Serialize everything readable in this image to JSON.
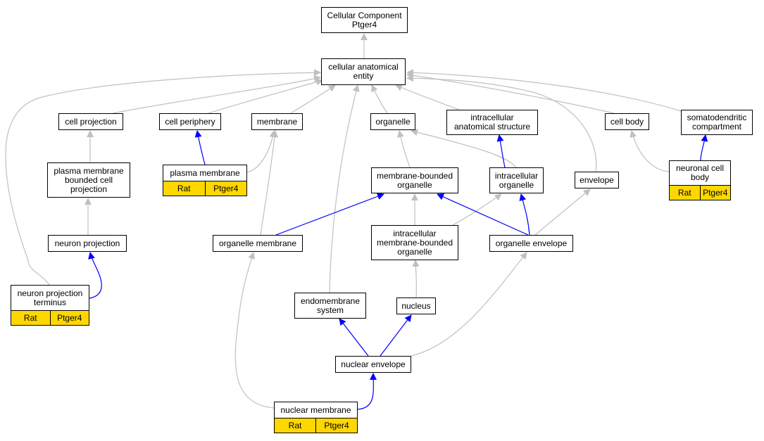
{
  "colors": {
    "is_a_edge": "#c0c0c0",
    "part_of_edge": "#0000ff",
    "annotation_fill": "#FFD700",
    "node_border": "#000000"
  },
  "nodes": {
    "root": "Cellular Component\nPtger4",
    "cae": "cellular anatomical\nentity",
    "cell_projection": "cell projection",
    "cell_periphery": "cell periphery",
    "membrane": "membrane",
    "organelle": "organelle",
    "ias": "intracellular\nanatomical structure",
    "cell_body": "cell body",
    "somatodendritic": "somatodendritic\ncompartment",
    "pmbcp": "plasma membrane\nbounded cell\nprojection",
    "plasma_membrane": "plasma membrane",
    "mbo": "membrane-bounded\norganelle",
    "intracellular_organelle": "intracellular\norganelle",
    "envelope": "envelope",
    "neuronal_cell_body": "neuronal cell\nbody",
    "neuron_projection": "neuron projection",
    "organelle_membrane": "organelle membrane",
    "imbo": "intracellular\nmembrane-bounded\norganelle",
    "organelle_envelope": "organelle envelope",
    "npt": "neuron projection\nterminus",
    "endomembrane": "endomembrane\nsystem",
    "nucleus": "nucleus",
    "nuclear_envelope": "nuclear envelope",
    "nuclear_membrane": "nuclear membrane"
  },
  "annotations": {
    "plasma_membrane": [
      "Rat",
      "Ptger4"
    ],
    "neuronal_cell_body": [
      "Rat",
      "Ptger4"
    ],
    "npt": [
      "Rat",
      "Ptger4"
    ],
    "nuclear_membrane": [
      "Rat",
      "Ptger4"
    ]
  },
  "edges": [
    {
      "from": "cae",
      "to": "root",
      "type": "is_a"
    },
    {
      "from": "cell_projection",
      "to": "cae",
      "type": "is_a"
    },
    {
      "from": "cell_periphery",
      "to": "cae",
      "type": "is_a"
    },
    {
      "from": "membrane",
      "to": "cae",
      "type": "is_a"
    },
    {
      "from": "organelle",
      "to": "cae",
      "type": "is_a"
    },
    {
      "from": "ias",
      "to": "cae",
      "type": "is_a"
    },
    {
      "from": "cell_body",
      "to": "cae",
      "type": "is_a"
    },
    {
      "from": "somatodendritic",
      "to": "cae",
      "type": "is_a"
    },
    {
      "from": "envelope",
      "to": "cae",
      "type": "is_a"
    },
    {
      "from": "endomembrane",
      "to": "cae",
      "type": "is_a"
    },
    {
      "from": "npt",
      "to": "cae",
      "type": "is_a"
    },
    {
      "from": "pmbcp",
      "to": "cell_projection",
      "type": "is_a"
    },
    {
      "from": "neuron_projection",
      "to": "pmbcp",
      "type": "is_a"
    },
    {
      "from": "npt",
      "to": "neuron_projection",
      "type": "part_of"
    },
    {
      "from": "plasma_membrane",
      "to": "cell_periphery",
      "type": "part_of"
    },
    {
      "from": "plasma_membrane",
      "to": "membrane",
      "type": "is_a"
    },
    {
      "from": "organelle_membrane",
      "to": "membrane",
      "type": "is_a"
    },
    {
      "from": "organelle_membrane",
      "to": "mbo",
      "type": "part_of"
    },
    {
      "from": "mbo",
      "to": "organelle",
      "type": "is_a"
    },
    {
      "from": "intracellular_organelle",
      "to": "organelle",
      "type": "is_a"
    },
    {
      "from": "intracellular_organelle",
      "to": "ias",
      "type": "part_of"
    },
    {
      "from": "neuronal_cell_body",
      "to": "cell_body",
      "type": "is_a"
    },
    {
      "from": "neuronal_cell_body",
      "to": "somatodendritic",
      "type": "part_of"
    },
    {
      "from": "imbo",
      "to": "mbo",
      "type": "is_a"
    },
    {
      "from": "imbo",
      "to": "intracellular_organelle",
      "type": "is_a"
    },
    {
      "from": "organelle_envelope",
      "to": "mbo",
      "type": "part_of"
    },
    {
      "from": "organelle_envelope",
      "to": "intracellular_organelle",
      "type": "part_of"
    },
    {
      "from": "organelle_envelope",
      "to": "envelope",
      "type": "is_a"
    },
    {
      "from": "nucleus",
      "to": "imbo",
      "type": "is_a"
    },
    {
      "from": "nuclear_envelope",
      "to": "endomembrane",
      "type": "part_of"
    },
    {
      "from": "nuclear_envelope",
      "to": "nucleus",
      "type": "part_of"
    },
    {
      "from": "nuclear_envelope",
      "to": "organelle_envelope",
      "type": "is_a"
    },
    {
      "from": "nuclear_membrane",
      "to": "nuclear_envelope",
      "type": "part_of"
    },
    {
      "from": "nuclear_membrane",
      "to": "organelle_membrane",
      "type": "is_a"
    }
  ]
}
